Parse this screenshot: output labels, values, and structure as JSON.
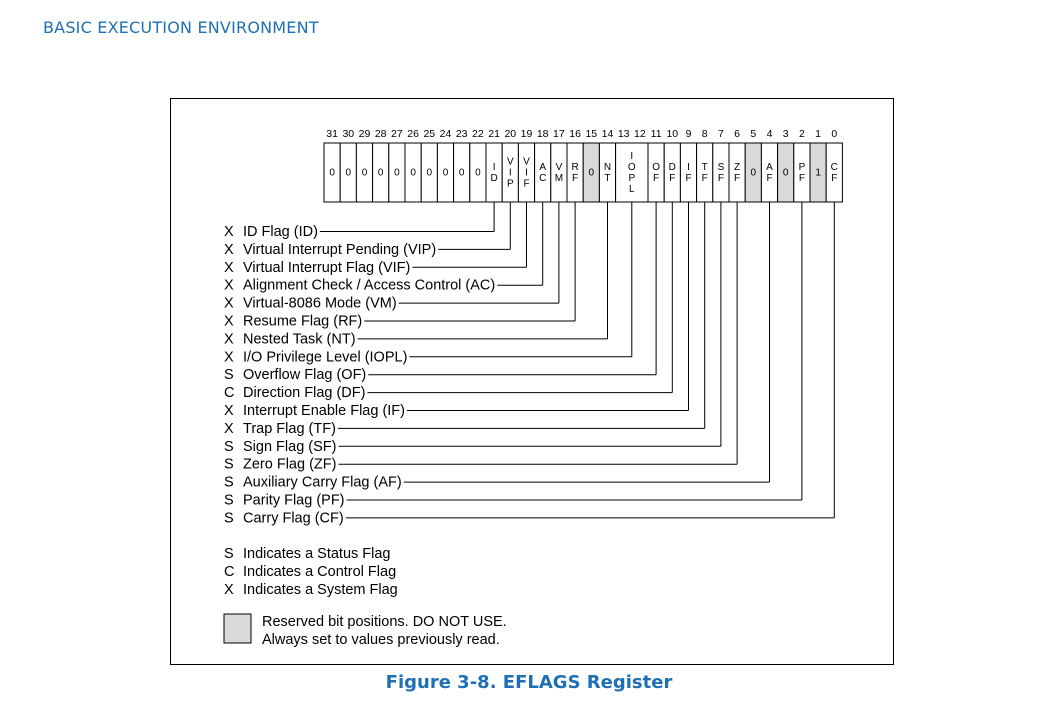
{
  "header": {
    "title": "BASIC EXECUTION ENVIRONMENT"
  },
  "caption": "Figure 3-8.  EFLAGS Register",
  "bit_numbers": [
    "31",
    "30",
    "29",
    "28",
    "27",
    "26",
    "25",
    "24",
    "23",
    "22",
    "21",
    "20",
    "19",
    "18",
    "17",
    "16",
    "15",
    "14",
    "13",
    "12",
    "11",
    "10",
    "9",
    "8",
    "7",
    "6",
    "5",
    "4",
    "3",
    "2",
    "1",
    "0"
  ],
  "cells": [
    {
      "text": "0",
      "reserved": false
    },
    {
      "text": "0",
      "reserved": false
    },
    {
      "text": "0",
      "reserved": false
    },
    {
      "text": "0",
      "reserved": false
    },
    {
      "text": "0",
      "reserved": false
    },
    {
      "text": "0",
      "reserved": false
    },
    {
      "text": "0",
      "reserved": false
    },
    {
      "text": "0",
      "reserved": false
    },
    {
      "text": "0",
      "reserved": false
    },
    {
      "text": "0",
      "reserved": false
    },
    {
      "text": "ID",
      "reserved": false
    },
    {
      "text": "VIP",
      "reserved": false
    },
    {
      "text": "VIF",
      "reserved": false
    },
    {
      "text": "AC",
      "reserved": false
    },
    {
      "text": "VM",
      "reserved": false
    },
    {
      "text": "RF",
      "reserved": false
    },
    {
      "text": "0",
      "reserved": true
    },
    {
      "text": "NT",
      "reserved": false
    },
    {
      "text": "IOPL",
      "reserved": false,
      "span": 2
    },
    {
      "text": "OF",
      "reserved": false
    },
    {
      "text": "DF",
      "reserved": false
    },
    {
      "text": "IF",
      "reserved": false
    },
    {
      "text": "TF",
      "reserved": false
    },
    {
      "text": "SF",
      "reserved": false
    },
    {
      "text": "ZF",
      "reserved": false
    },
    {
      "text": "0",
      "reserved": true
    },
    {
      "text": "AF",
      "reserved": false
    },
    {
      "text": "0",
      "reserved": true
    },
    {
      "text": "PF",
      "reserved": false
    },
    {
      "text": "1",
      "reserved": true
    },
    {
      "text": "CF",
      "reserved": false
    }
  ],
  "flags": [
    {
      "type": "X",
      "name": "ID Flag (ID)",
      "bit": 21
    },
    {
      "type": "X",
      "name": "Virtual Interrupt Pending (VIP)",
      "bit": 20
    },
    {
      "type": "X",
      "name": "Virtual Interrupt Flag (VIF)",
      "bit": 19
    },
    {
      "type": "X",
      "name": "Alignment Check / Access Control (AC)",
      "bit": 18
    },
    {
      "type": "X",
      "name": "Virtual-8086 Mode (VM)",
      "bit": 17
    },
    {
      "type": "X",
      "name": "Resume Flag (RF)",
      "bit": 16
    },
    {
      "type": "X",
      "name": "Nested Task (NT)",
      "bit": 14
    },
    {
      "type": "X",
      "name": "I/O Privilege Level (IOPL)",
      "bit": 12.5
    },
    {
      "type": "S",
      "name": "Overflow Flag (OF)",
      "bit": 11
    },
    {
      "type": "C",
      "name": "Direction Flag (DF)",
      "bit": 10
    },
    {
      "type": "X",
      "name": "Interrupt Enable Flag (IF)",
      "bit": 9
    },
    {
      "type": "X",
      "name": "Trap Flag (TF)",
      "bit": 8
    },
    {
      "type": "S",
      "name": "Sign Flag (SF)",
      "bit": 7
    },
    {
      "type": "S",
      "name": "Zero Flag (ZF)",
      "bit": 6
    },
    {
      "type": "S",
      "name": "Auxiliary Carry Flag (AF)",
      "bit": 4
    },
    {
      "type": "S",
      "name": "Parity Flag (PF)",
      "bit": 2
    },
    {
      "type": "S",
      "name": "Carry Flag (CF)",
      "bit": 0
    }
  ],
  "legend": [
    {
      "type": "S",
      "text": "Indicates a Status Flag"
    },
    {
      "type": "C",
      "text": "Indicates a Control Flag"
    },
    {
      "type": "X",
      "text": "Indicates a System Flag"
    }
  ],
  "reserved_note": [
    "Reserved bit positions. DO NOT USE.",
    "Always set to values previously read."
  ],
  "colors": {
    "heading": "#1f6fb5",
    "reserved_fill": "#d9d9d9"
  }
}
